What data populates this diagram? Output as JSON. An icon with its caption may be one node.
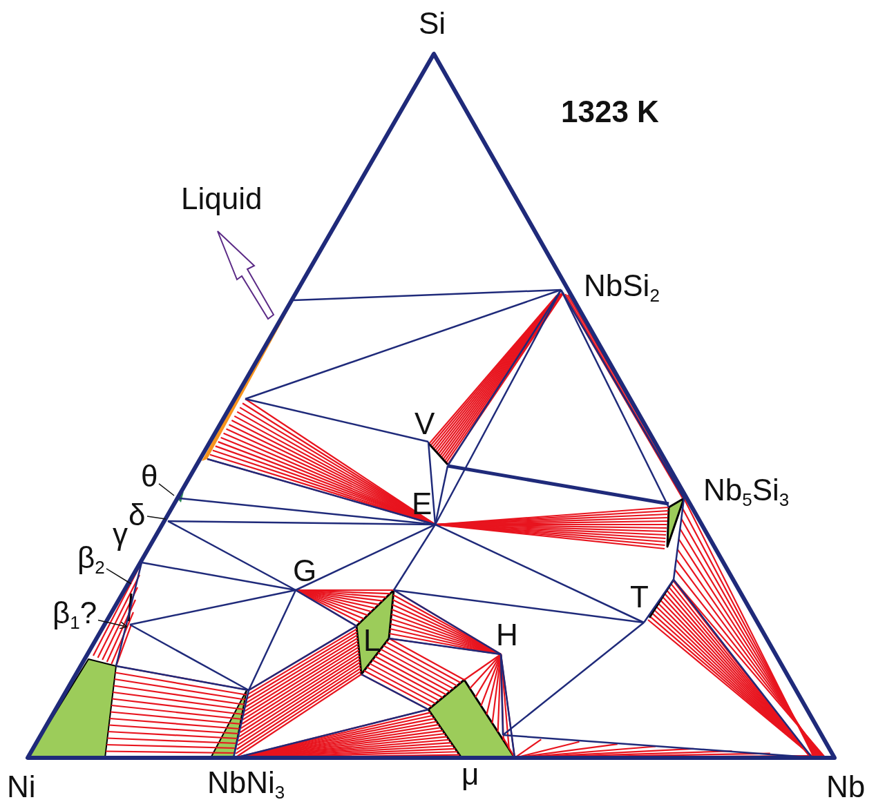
{
  "diagram": {
    "nodes": [
      {
        "text": [
          "θ"
        ]
      },
      {
        "text": [
          "δ"
        ]
      },
      {
        "text": [
          "β$_{2}$"
        ]
      },
      {
        "text": [
          "β$_{1}$?"
        ]
      }
    ],
    "edges": [
      {
        "from": 0,
        "to": null,
        "arrow": "none"
      },
      {
        "from": 1,
        "to": null,
        "arrow": "none"
      },
      {
        "from": 2,
        "to": null,
        "arrow": "none"
      },
      {
        "from": 3,
        "to": null,
        "arrow": "to"
      }
    ],
    "labels": [
      "Si",
      "1323 K",
      "Liquid",
      "NbSi$_{2}$",
      "V",
      "Nb$_{5}$Si$_{3}$",
      "E",
      "γ",
      "G",
      "T",
      "H",
      "L",
      "Ni",
      "NbNi$_{3}$",
      "μ",
      "Nb"
    ]
  }
}
